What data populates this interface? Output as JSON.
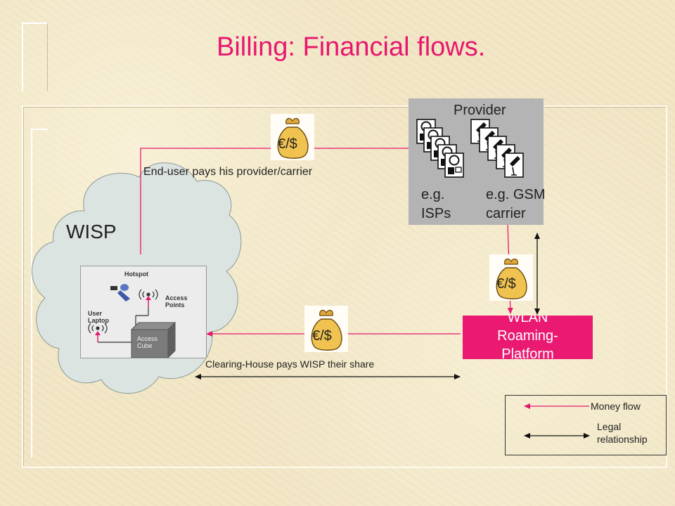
{
  "title": "Billing: Financial flows.",
  "wisp_label": "WISP",
  "provider": {
    "title": "Provider",
    "isp_line1": "e.g.",
    "isp_line2": "ISPs",
    "gsm_line1": "e.g. GSM",
    "gsm_line2": "carrier"
  },
  "money_symbol": "€/$",
  "flows": {
    "end_user_pays": "End-user pays his provider/carrier",
    "clearing_house_pays": "Clearing-House pays WISP their share"
  },
  "platform": {
    "line1": "WLAN",
    "line2": "Roaming-",
    "line3": "Platform"
  },
  "hotspot": {
    "title": "Hotspot",
    "user_line1": "User",
    "user_line2": "Laptop",
    "ap_line1": "Access",
    "ap_line2": "Points",
    "cube_line1": "Access",
    "cube_line2": "Cube"
  },
  "legend": {
    "money_flow": "Money flow",
    "legal_line1": "Legal",
    "legal_line2": "relationship"
  },
  "colors": {
    "accent": "#e8176e",
    "platform_box": "#ea1a72",
    "provider_box": "#b4b4b4",
    "cloud": "#dbe4e0"
  },
  "icons": [
    "money-bag-icon",
    "computer-icon",
    "mobile-phone-icon",
    "laptop-icon",
    "access-point-icon",
    "user-icon"
  ]
}
